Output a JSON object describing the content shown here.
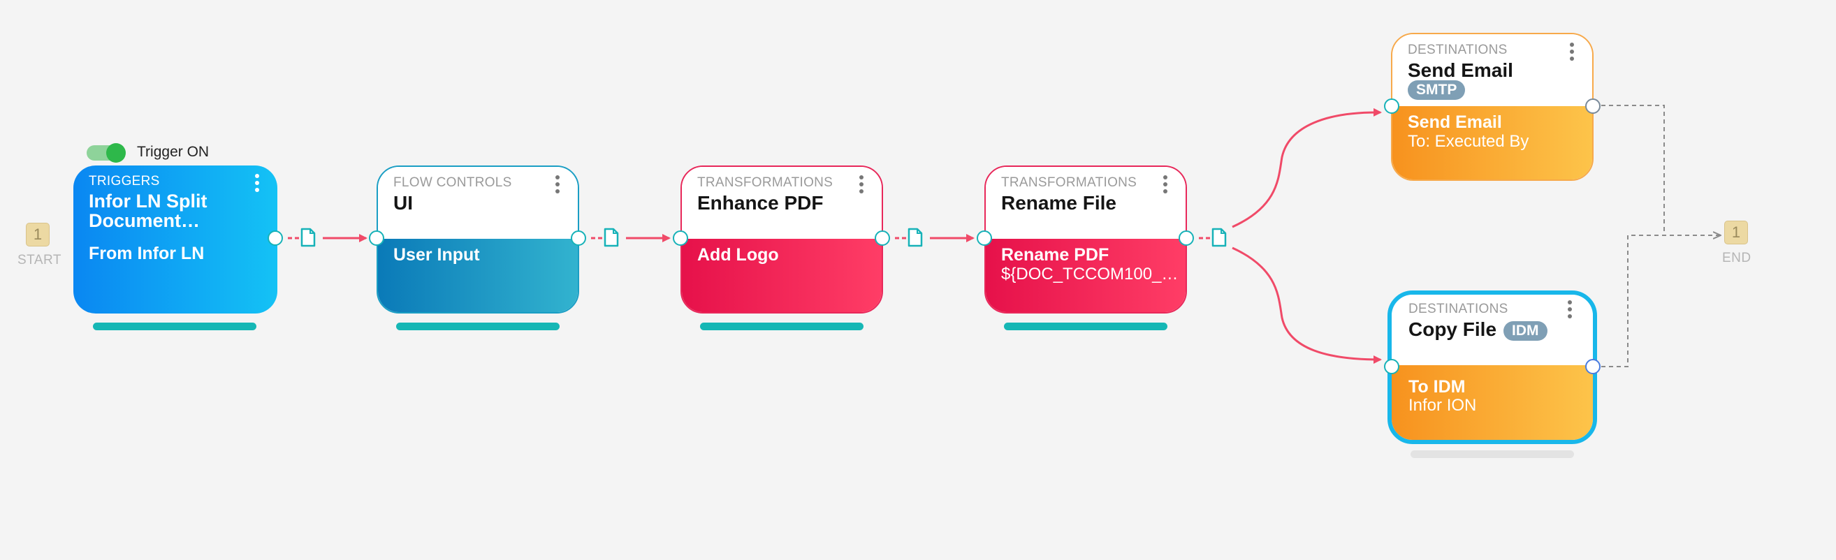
{
  "start": {
    "number": "1",
    "label": "START"
  },
  "end": {
    "number": "1",
    "label": "END"
  },
  "trigger": {
    "toggle_label": "Trigger ON"
  },
  "nodes": [
    {
      "id": "trigger",
      "category": "TRIGGERS",
      "title_line1": "Infor LN Split",
      "title_line2": "Document…",
      "line1": "From Infor LN",
      "line2": ""
    },
    {
      "id": "ui",
      "category": "FLOW CONTROLS",
      "title_line1": "UI",
      "line1": "User Input",
      "line2": ""
    },
    {
      "id": "enhance",
      "category": "TRANSFORMATIONS",
      "title_line1": "Enhance PDF",
      "line1": "Add Logo",
      "line2": ""
    },
    {
      "id": "rename",
      "category": "TRANSFORMATIONS",
      "title_line1": "Rename File",
      "line1": "Rename PDF",
      "line2": "${DOC_TCCOM100_…"
    },
    {
      "id": "email",
      "category": "DESTINATIONS",
      "title_line1": "Send Email",
      "badge": "SMTP",
      "line1": "Send Email",
      "line2": "To: Executed By"
    },
    {
      "id": "copy",
      "category": "DESTINATIONS",
      "title_line1": "Copy File",
      "badge": "IDM",
      "line1": "To IDM",
      "line2": "Infor ION"
    }
  ],
  "colors": {
    "trigger_gradient": [
      "#0a87f2",
      "#14c2f5"
    ],
    "flow_gradient": [
      "#0a7ab8",
      "#32b3cf"
    ],
    "transform_gradient": [
      "#e6114a",
      "#ff3d66"
    ],
    "destination_gradient": [
      "#f7921e",
      "#fdc44a"
    ],
    "link": "#f04a68",
    "port": "#17b2b8",
    "progress": "#16b7b5"
  }
}
